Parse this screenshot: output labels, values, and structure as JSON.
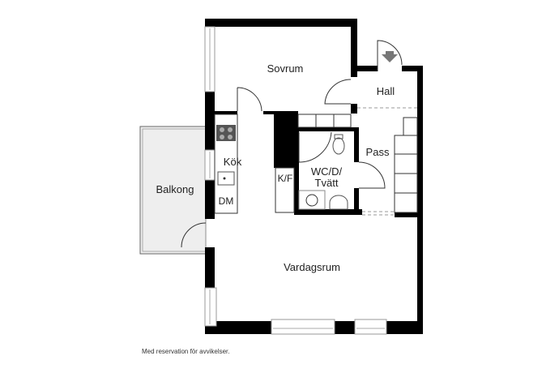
{
  "rooms": {
    "sovrum": "Sovrum",
    "hall": "Hall",
    "pass": "Pass",
    "kok": "Kök",
    "wc_line1": "WC/D/",
    "wc_line2": "Tvätt",
    "kf": "K/F",
    "dm": "DM",
    "balkong": "Balkong",
    "vardagsrum": "Vardagsrum"
  },
  "footer": {
    "note": "Med reservation för avvikelser."
  },
  "colors": {
    "wall": "#000000",
    "balcony": "#eeeeee",
    "entrance_arrow": "#777777"
  }
}
